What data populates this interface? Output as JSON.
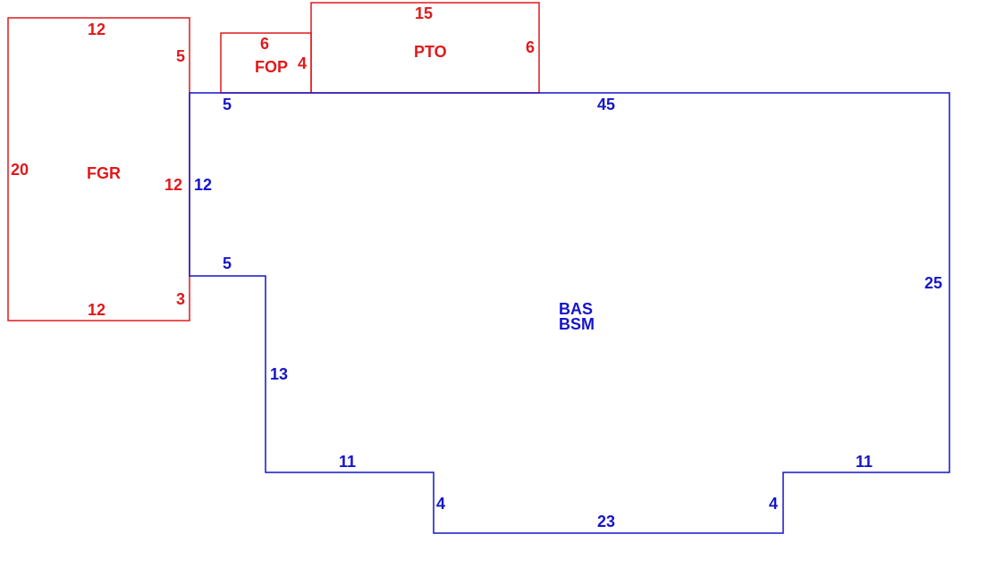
{
  "colors": {
    "secondary_area": "#e0191b",
    "main_area": "#1515c8",
    "background": "#ffffff"
  },
  "areas": {
    "fgr": {
      "label": "FGR",
      "dims": {
        "top": "12",
        "right_upper": "5",
        "left": "20",
        "right_middle": "12",
        "right_lower": "3",
        "bottom": "12"
      }
    },
    "fop": {
      "label": "FOP",
      "dims": {
        "top": "6",
        "right": "4"
      }
    },
    "pto": {
      "label": "PTO",
      "dims": {
        "top": "15",
        "right": "6"
      }
    },
    "bas": {
      "label": "BAS",
      "sublabel": "BSM",
      "dims": {
        "top_left_offset": "5",
        "top": "45",
        "left_side": "12",
        "left_step": "5",
        "left_lower": "13",
        "bottom_left": "11",
        "step_left": "4",
        "bottom": "23",
        "step_right": "4",
        "bottom_right": "11",
        "right": "25"
      }
    }
  }
}
